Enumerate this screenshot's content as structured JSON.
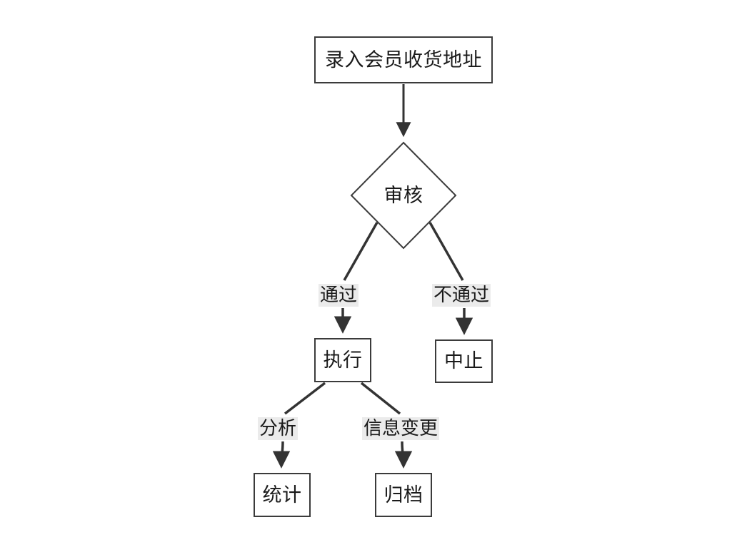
{
  "diagram": {
    "type": "flowchart",
    "title": "",
    "background_color": "#ffffff",
    "stroke_color": "#3b3b3b",
    "arrow_color": "#333333",
    "text_color": "#1a1a1a",
    "label_background_color": "#ebebeb",
    "nodes": [
      {
        "id": "entry",
        "shape": "rectangle",
        "label": "录入会员收货地址"
      },
      {
        "id": "review",
        "shape": "diamond",
        "label": "审核"
      },
      {
        "id": "execute",
        "shape": "rectangle",
        "label": "执行"
      },
      {
        "id": "abort",
        "shape": "rectangle",
        "label": "中止"
      },
      {
        "id": "stats",
        "shape": "rectangle",
        "label": "统计"
      },
      {
        "id": "archive",
        "shape": "rectangle",
        "label": "归档"
      }
    ],
    "edges": [
      {
        "from": "entry",
        "to": "review",
        "label": ""
      },
      {
        "from": "review",
        "to": "execute",
        "label": "通过"
      },
      {
        "from": "review",
        "to": "abort",
        "label": "不通过"
      },
      {
        "from": "execute",
        "to": "stats",
        "label": "分析"
      },
      {
        "from": "execute",
        "to": "archive",
        "label": "信息变更"
      }
    ]
  }
}
